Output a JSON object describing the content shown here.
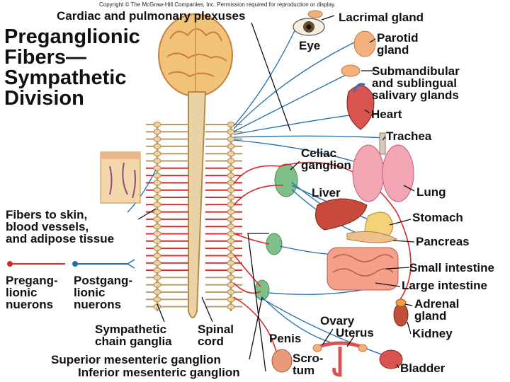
{
  "copyright": "Copyright © The McGraw-Hill Companies, Inc. Permission required for reproduction or display.",
  "title": "Preganglionic\nFibers—\nSympathetic\nDivision",
  "labels": {
    "cardiac": "Cardiac and pulmonary plexuses",
    "lacrimal": "Lacrimal gland",
    "eye": "Eye",
    "parotid": "Parotid\ngland",
    "submandibular": "Submandibular\nand sublingual\nsalivary glands",
    "heart": "Heart",
    "trachea": "Trachea",
    "celiac": "Celiac\nganglion",
    "liver": "Liver",
    "lung": "Lung",
    "stomach": "Stomach",
    "pancreas": "Pancreas",
    "small_intestine": "Small intestine",
    "large_intestine": "Large intestine",
    "adrenal": "Adrenal\ngland",
    "kidney": "Kidney",
    "ovary": "Ovary",
    "uterus": "Uterus",
    "penis": "Penis",
    "scrotum": "Scro-\ntum",
    "bladder": "Bladder",
    "skin": "Fibers to skin,\nblood vessels,\nand adipose tissue",
    "sympathetic_chain": "Sympathetic\nchain ganglia",
    "spinal_cord": "Spinal\ncord",
    "superior_mesenteric": "Superior mesenteric ganglion",
    "inferior_mesenteric": "Inferior mesenteric ganglion"
  },
  "legend": {
    "preganglionic": "Pregang-\nlionic\nnuerons",
    "postganglionic": "Postgang-\nlionic\nnuerons"
  },
  "colors": {
    "preganglionic": "#d42b2b",
    "postganglionic": "#1f6fb0",
    "ganglion": "#7fc08a",
    "brain": "#f1c27a",
    "organ_red": "#d9534f",
    "spine": "#e9d3a6"
  }
}
